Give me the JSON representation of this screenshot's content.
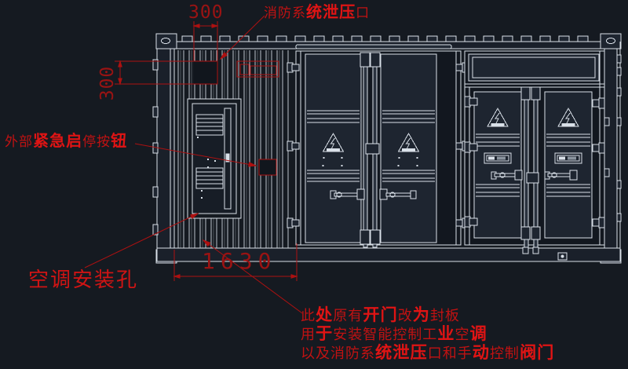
{
  "colors": {
    "background": "#151a21",
    "line": "#d9e0e8",
    "panel": "#1e2530",
    "red": "#ad1111",
    "red_text": "#c11212",
    "red_bold": "#e01414",
    "red_dim_text": "#9a1313"
  },
  "dimensions": {
    "top_width": "300",
    "left_height": "300",
    "bottom_width": "1630"
  },
  "labels": {
    "relief": [
      {
        "t": "消防系",
        "b": 0
      },
      {
        "t": "统泄压",
        "b": 1
      },
      {
        "t": "口",
        "b": 0
      }
    ],
    "emergency": [
      {
        "t": "外部",
        "b": 0
      },
      {
        "t": "紧急",
        "b": 1
      },
      {
        "t": "启",
        "b": 1
      },
      {
        "t": "停按",
        "b": 0
      },
      {
        "t": "钮",
        "b": 1
      }
    ],
    "ac_hole": "空调安装孔",
    "note_line1": [
      {
        "t": "此",
        "b": 0
      },
      {
        "t": "处",
        "b": 1
      },
      {
        "t": "原有",
        "b": 0
      },
      {
        "t": "开门",
        "b": 1
      },
      {
        "t": "改",
        "b": 0
      },
      {
        "t": "为",
        "b": 1
      },
      {
        "t": "封板",
        "b": 0
      }
    ],
    "note_line2": [
      {
        "t": "用",
        "b": 0
      },
      {
        "t": "于",
        "b": 1
      },
      {
        "t": "安装智能控制工",
        "b": 0
      },
      {
        "t": "业",
        "b": 1
      },
      {
        "t": "空",
        "b": 0
      },
      {
        "t": "调",
        "b": 1
      }
    ],
    "note_line3": [
      {
        "t": "以及消防系",
        "b": 0
      },
      {
        "t": "统泄压",
        "b": 1
      },
      {
        "t": "口和手",
        "b": 0
      },
      {
        "t": "动",
        "b": 1
      },
      {
        "t": "控制",
        "b": 0
      },
      {
        "t": "阀门",
        "b": 1
      }
    ]
  }
}
